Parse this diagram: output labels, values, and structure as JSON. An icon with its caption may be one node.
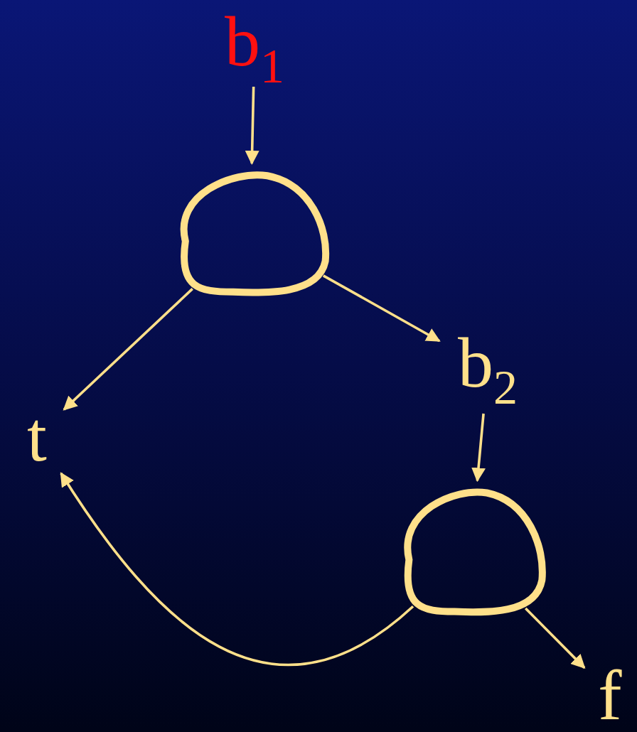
{
  "diagram": {
    "nodes": [
      {
        "text": [
          "b$_{1}$"
        ]
      },
      {
        "text": [],
        "shape": "circle"
      },
      {
        "text": [
          "t"
        ]
      },
      {
        "text": [
          "b$_{2}$"
        ]
      },
      {
        "text": [],
        "shape": "circle"
      },
      {
        "text": [
          "f"
        ]
      }
    ],
    "edges": [
      {
        "from": 0,
        "to": 1,
        "arrow": "to"
      },
      {
        "from": 1,
        "to": 2,
        "arrow": "to"
      },
      {
        "from": 1,
        "to": 3,
        "arrow": "to"
      },
      {
        "from": 3,
        "to": 4,
        "arrow": "to"
      },
      {
        "from": 4,
        "to": 2,
        "arrow": "to"
      },
      {
        "from": 4,
        "to": 5,
        "arrow": "to"
      }
    ]
  }
}
